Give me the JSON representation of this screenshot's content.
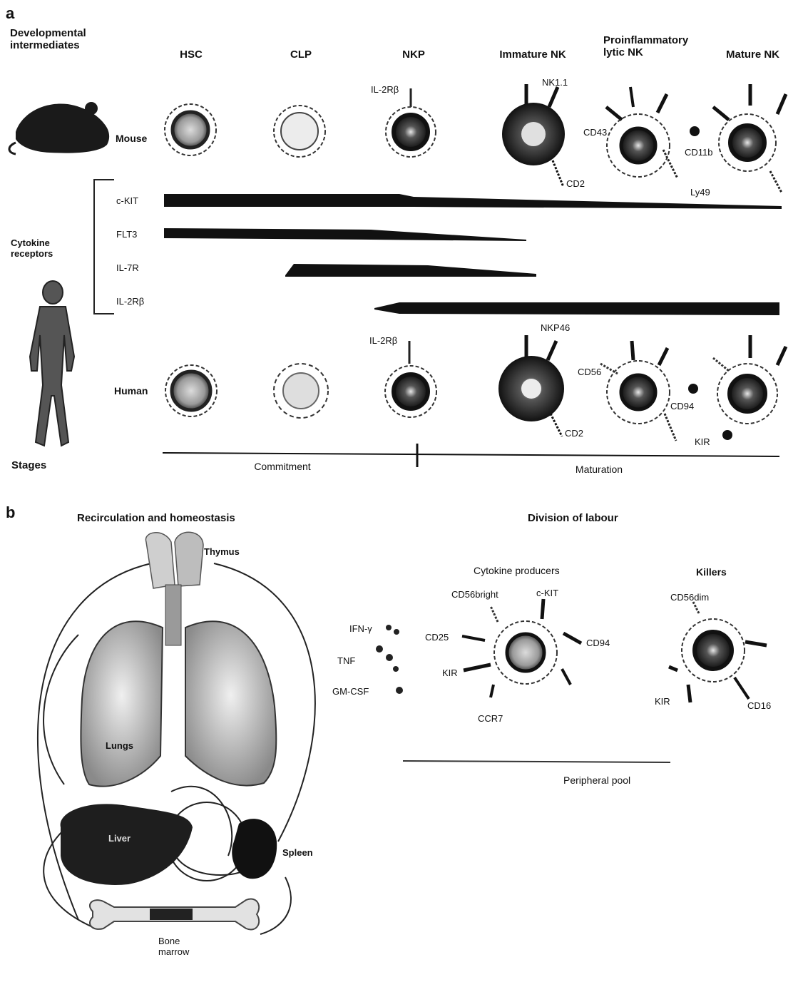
{
  "panel_a": {
    "letter": "a",
    "row_title": "Developmental intermediates",
    "stages": [
      "HSC",
      "CLP",
      "NKP",
      "Immature NK",
      "Proinflammatory lytic NK",
      "Mature NK"
    ],
    "mouse_label": "Mouse",
    "human_label": "Human",
    "cytokine_title": "Cytokine receptors",
    "receptors": [
      "c-KIT",
      "FLT3",
      "IL-7R",
      "IL-2Rβ"
    ],
    "species_label": "Stages",
    "mouse_markers": {
      "il2rb": "IL-2Rβ",
      "nk11": "NK1.1",
      "cd2": "CD2",
      "cd43": "CD43",
      "cd11b": "CD11b",
      "ly49": "Ly49"
    },
    "human_markers": {
      "il2rb": "IL-2Rβ",
      "nkp46": "NKP46",
      "cd2": "CD2",
      "cd56": "CD56",
      "cd94": "CD94",
      "kir": "KIR"
    },
    "commitment": "Commitment",
    "maturation": "Maturation"
  },
  "panel_b": {
    "letter": "b",
    "left_title": "Recirculation and homeostasis",
    "organs": {
      "thymus": "Thymus",
      "lungs": "Lungs",
      "liver": "Liver",
      "spleen": "Spleen",
      "bone_marrow": "Bone marrow"
    },
    "right_title": "Division of labour",
    "producers_title": "Cytokine producers",
    "killers_title": "Killers",
    "cytokines": [
      "IFN-γ",
      "TNF",
      "GM-CSF"
    ],
    "producer_markers": {
      "cd56bright": "CD56bright",
      "ckit": "c-KIT",
      "cd25": "CD25",
      "cd94": "CD94",
      "kir": "KIR",
      "ccr7": "CCR7"
    },
    "killer_markers": {
      "cd56dim": "CD56dim",
      "kir": "KIR",
      "cd16": "CD16"
    },
    "peripheral_pool": "Peripheral pool"
  }
}
